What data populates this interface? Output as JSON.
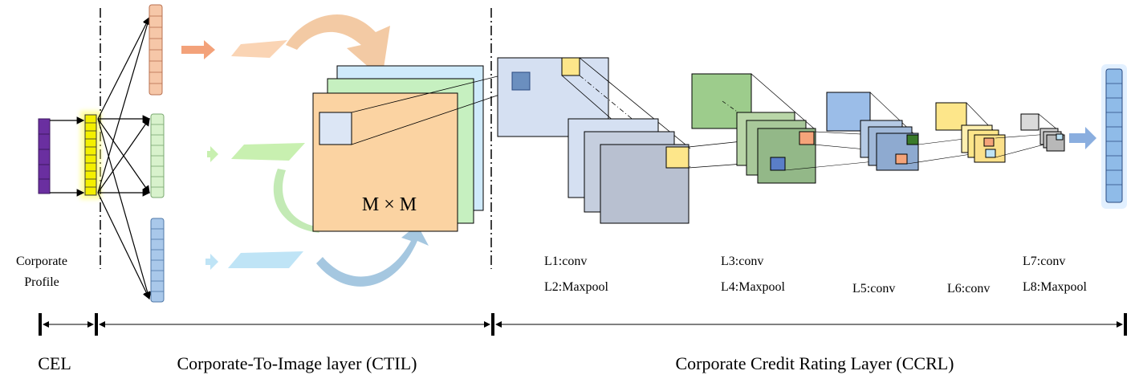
{
  "labels": {
    "corporate_line1": "Corporate",
    "corporate_line2": "Profile",
    "matrix": "M × M",
    "l1": "L1:conv",
    "l2": "L2:Maxpool",
    "l3": "L3:conv",
    "l4": "L4:Maxpool",
    "l5": "L5:conv",
    "l6": "L6:conv",
    "l7": "L7:conv",
    "l8": "L8:Maxpool"
  },
  "sections": {
    "cel": "CEL",
    "ctil": "Corporate-To-Image layer (CTIL)",
    "ccrl": "Corporate Credit Rating Layer (CCRL)"
  },
  "colors": {
    "purple": "#6a2fa0",
    "yellow": "#f4f000",
    "orange": "#f8c9a0",
    "green": "#bfe8b0",
    "blue": "#bde0f5",
    "slate": "#c9d6ea",
    "output": "#8fbbe8"
  }
}
